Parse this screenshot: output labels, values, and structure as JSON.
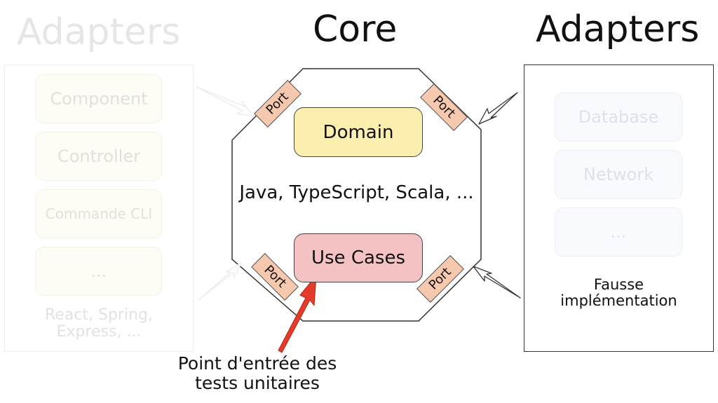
{
  "titles": {
    "left_adapters": "Adapters",
    "core": "Core",
    "right_adapters": "Adapters"
  },
  "left_adapter": {
    "items": [
      "Component",
      "Controller",
      "Commande CLI",
      "..."
    ],
    "caption_line1": "React, Spring,",
    "caption_line2": "Express, ..."
  },
  "core": {
    "domain_label": "Domain",
    "languages": "Java, TypeScript, Scala, ...",
    "use_cases_label": "Use Cases",
    "port_label": "Port"
  },
  "right_adapter": {
    "items": [
      "Database",
      "Network",
      "..."
    ],
    "caption_line1": "Fausse",
    "caption_line2": "implémentation"
  },
  "annotation": {
    "line1": "Point d'entrée des",
    "line2": "tests unitaires"
  },
  "colors": {
    "domain_fill": "#fbeeae",
    "use_cases_fill": "#f4c2c2",
    "port_fill": "#f6c8ad",
    "entry_arrow": "#e53b2a"
  }
}
